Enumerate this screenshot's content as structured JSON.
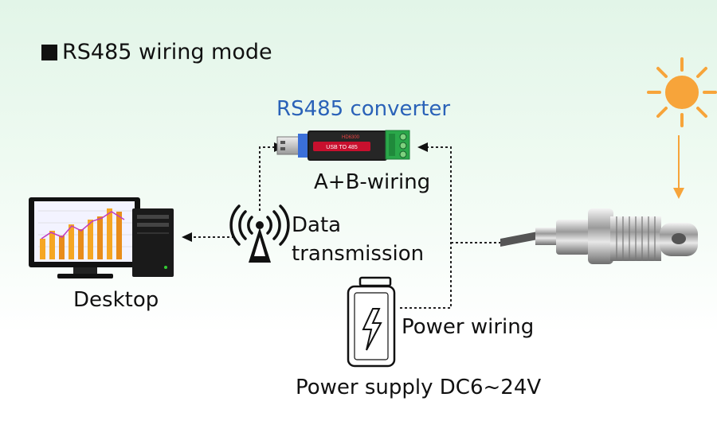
{
  "heading": "RS485 wiring mode",
  "converter": {
    "title": "RS485 converter",
    "device_brand": "HD6300",
    "device_text": "USB TO 485",
    "wiring_label": "A+B-wiring"
  },
  "wireless": {
    "label_line1": "Data",
    "label_line2": "transmission"
  },
  "desktop": {
    "label": "Desktop"
  },
  "power": {
    "wiring_label": "Power wiring",
    "supply_label": "Power supply DC6~24V"
  },
  "colors": {
    "accent_blue": "#2a62b8",
    "sun": "#f7a43a",
    "converter_red": "#c8102e",
    "terminal_green": "#2aa84a"
  }
}
